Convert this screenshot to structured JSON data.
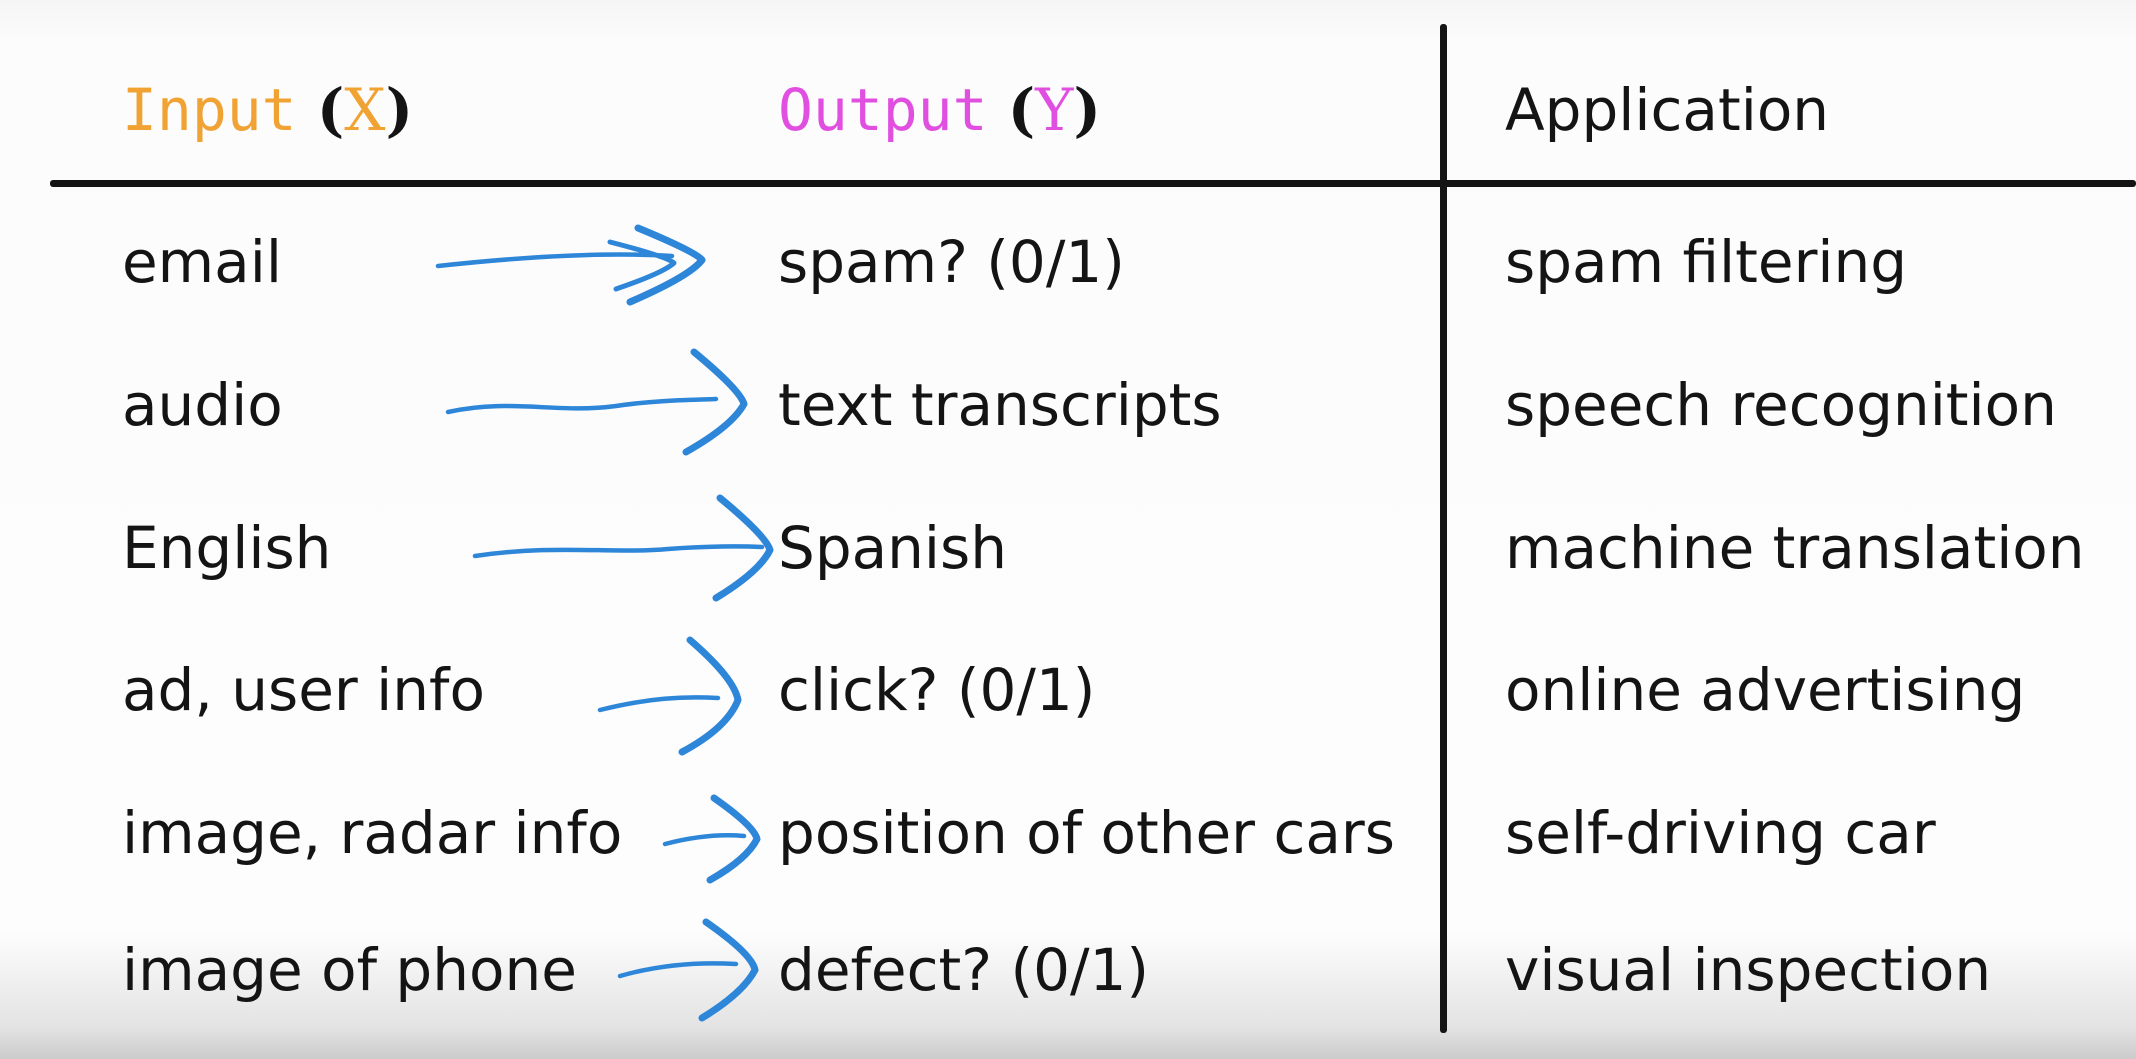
{
  "colors": {
    "orange": "#f0a233",
    "magenta": "#e14fe1",
    "arrow": "#2e86d9",
    "ink": "#141414"
  },
  "header": {
    "input_word": "Input",
    "input_symbol": "X",
    "output_word": "Output",
    "output_symbol": "Y",
    "application": "Application",
    "lparen": "(",
    "rparen": ")"
  },
  "rows": [
    {
      "input": "email",
      "output": "spam? (0/1)",
      "application": "spam filtering"
    },
    {
      "input": "audio",
      "output": "text transcripts",
      "application": "speech recognition"
    },
    {
      "input": "English",
      "output": "Spanish",
      "application": "machine translation"
    },
    {
      "input": "ad, user info",
      "output": "click? (0/1)",
      "application": "online advertising"
    },
    {
      "input": "image, radar info",
      "output": "position of other cars",
      "application": "self-driving car"
    },
    {
      "input": "image of phone",
      "output": "defect? (0/1)",
      "application": "visual inspection"
    }
  ]
}
